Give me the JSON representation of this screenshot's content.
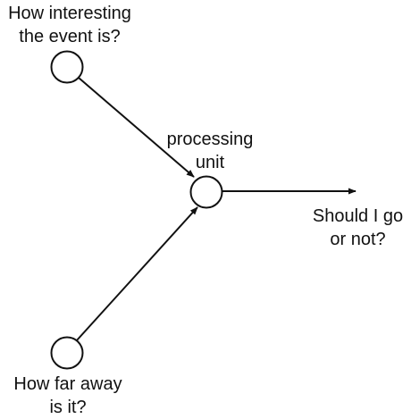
{
  "diagram": {
    "nodes": {
      "input_interest": {
        "label_lines": [
          "How interesting",
          "the event is?"
        ]
      },
      "input_distance": {
        "label_lines": [
          "How far away",
          "is it?"
        ]
      },
      "processing": {
        "label_lines": [
          "processing",
          "unit"
        ]
      },
      "output": {
        "label_lines": [
          "Should I go",
          "or not?"
        ]
      }
    },
    "edges": [
      {
        "from": "input_interest",
        "to": "processing"
      },
      {
        "from": "input_distance",
        "to": "processing"
      },
      {
        "from": "processing",
        "to": "output"
      }
    ],
    "colors": {
      "stroke": "#111111",
      "text": "#111111",
      "background": "#ffffff"
    }
  }
}
